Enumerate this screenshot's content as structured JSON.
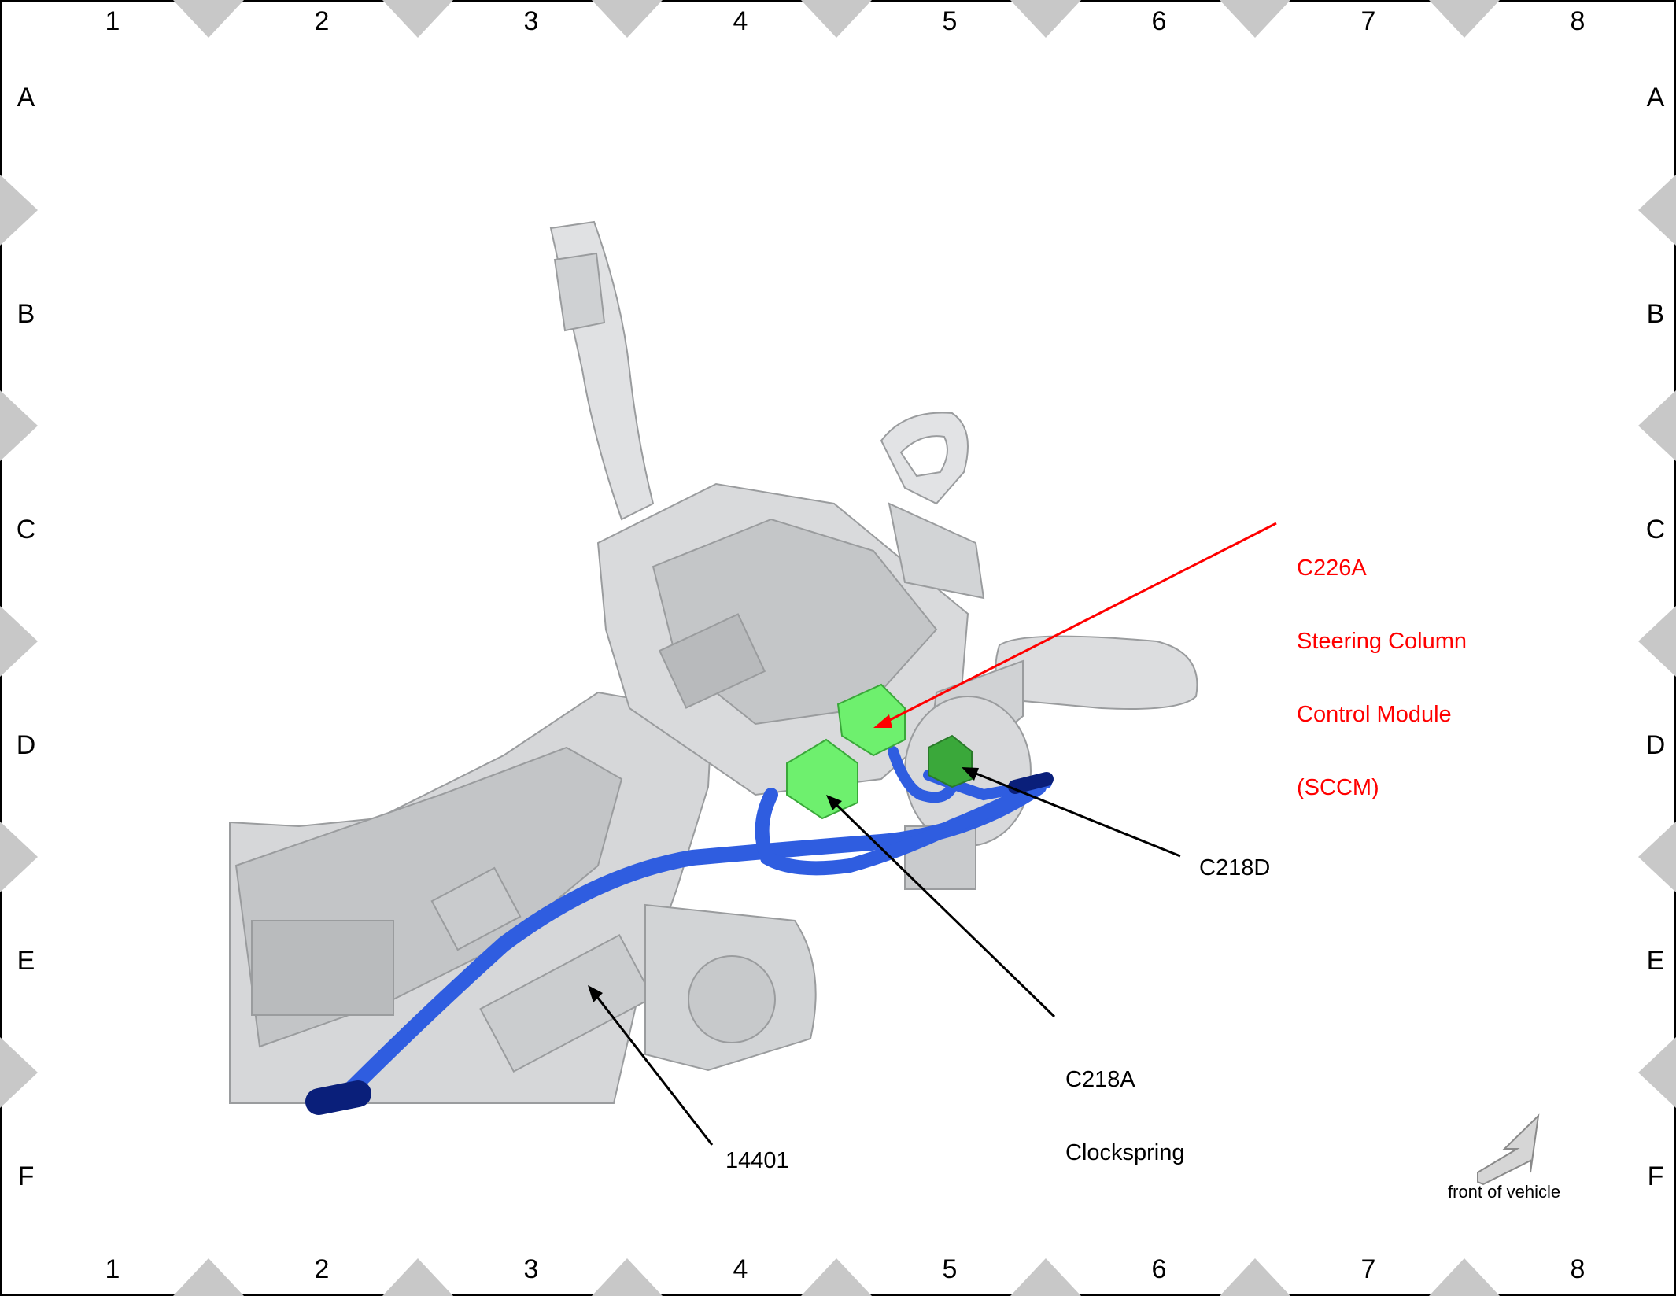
{
  "grid": {
    "columns": [
      "1",
      "2",
      "3",
      "4",
      "5",
      "6",
      "7",
      "8"
    ],
    "rows": [
      "A",
      "B",
      "C",
      "D",
      "E",
      "F"
    ]
  },
  "callouts": {
    "sccm": {
      "line1": "C226A",
      "line2": "Steering Column",
      "line3": "Control Module",
      "line4": "(SCCM)",
      "color": "#ff0000"
    },
    "c218d": {
      "line1": "C218D"
    },
    "c218a": {
      "line1": "C218A",
      "line2": "Clockspring"
    },
    "harness": {
      "line1": "14401"
    }
  },
  "orientation": {
    "label": "front of vehicle"
  },
  "colors": {
    "harness": "#2f5de0",
    "harness_dark": "#0a1f7a",
    "connector_light": "#6ef06e",
    "connector_dark": "#3aa83a",
    "part_gray": "#cfd1d3",
    "callout_highlight": "#ff0000"
  }
}
